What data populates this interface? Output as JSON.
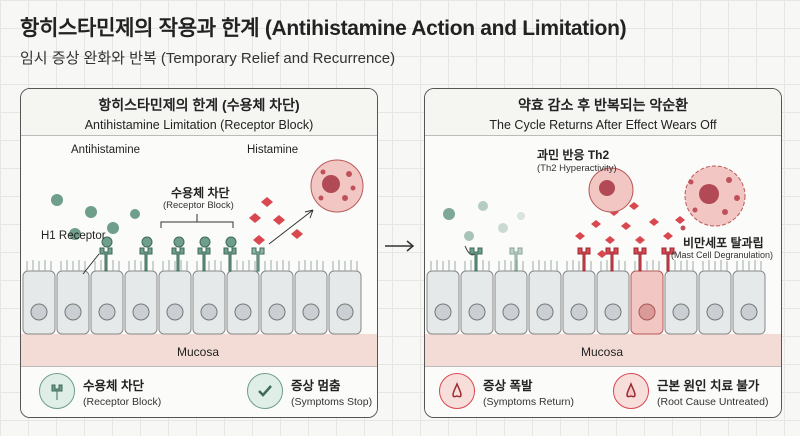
{
  "header": {
    "title": "항히스타민제의 작용과 한계 (Antihistamine Action and Limitation)",
    "subtitle": "임시 증상 완화와 반복 (Temporary Relief and Recurrence)"
  },
  "left_panel": {
    "title_ko": "항히스타민제의 한계 (수용체 차단)",
    "title_en": "Antihistamine Limitation (Receptor Block)",
    "labels": {
      "antihistamine": "Antihistamine",
      "histamine": "Histamine",
      "receptor_block_ko": "수용체 차단",
      "receptor_block_en": "(Receptor Block)",
      "h1_receptor": "H1 Receptor",
      "mucosa": "Mucosa"
    },
    "legend": [
      {
        "ko": "수용체 차단",
        "en": "(Receptor Block)",
        "icon": "receptor-icon"
      },
      {
        "ko": "증상 멈춤",
        "en": "(Symptoms Stop)",
        "icon": "check-icon"
      }
    ]
  },
  "right_panel": {
    "title_ko": "약효 감소 후 반복되는 악순환",
    "title_en": "The Cycle Returns After Effect Wears Off",
    "labels": {
      "th2_ko": "과민 반응 Th2",
      "th2_en": "(Th2 Hyperactivity)",
      "mast_ko": "비만세포 탈과립",
      "mast_en": "(Mast Cell Degranulation)",
      "mucosa": "Mucosa"
    },
    "legend": [
      {
        "ko": "증상 폭발",
        "en": "(Symptoms Return)",
        "icon": "nose-icon"
      },
      {
        "ko": "근본 원인 치료 불가",
        "en": "(Root Cause Untreated)",
        "icon": "nose-icon"
      }
    ]
  },
  "colors": {
    "green": "#6f9e8a",
    "red": "#d9474f",
    "pink": "#f2c7c3",
    "mucosa": "#f3dcd6",
    "cell": "#e5e9ea"
  }
}
